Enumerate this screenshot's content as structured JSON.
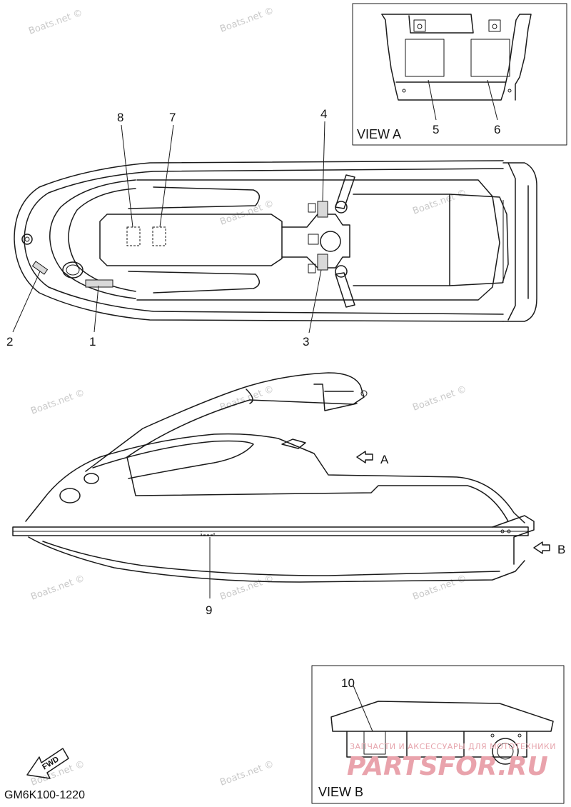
{
  "callouts": {
    "c1": "1",
    "c2": "2",
    "c3": "3",
    "c4": "4",
    "c5": "5",
    "c6": "6",
    "c7": "7",
    "c8": "8",
    "c9": "9",
    "c10": "10"
  },
  "views": {
    "view_a_title": "VIEW A",
    "view_b_title": "VIEW B",
    "arrow_a": "A",
    "arrow_b": "B"
  },
  "fwd_label": "FWD",
  "diagram_code": "GM6K100-1220",
  "watermark": "Boats.net ©",
  "promo": {
    "tagline": "ЗАПЧАСТИ И АКСЕССУАРЫ ДЛЯ МОТОТЕХНИКИ",
    "brand": "PARTSFOR.RU"
  },
  "colors": {
    "line": "#1a1a1a",
    "watermark": "#c9c9c9",
    "promo": "#e9a3ac"
  }
}
